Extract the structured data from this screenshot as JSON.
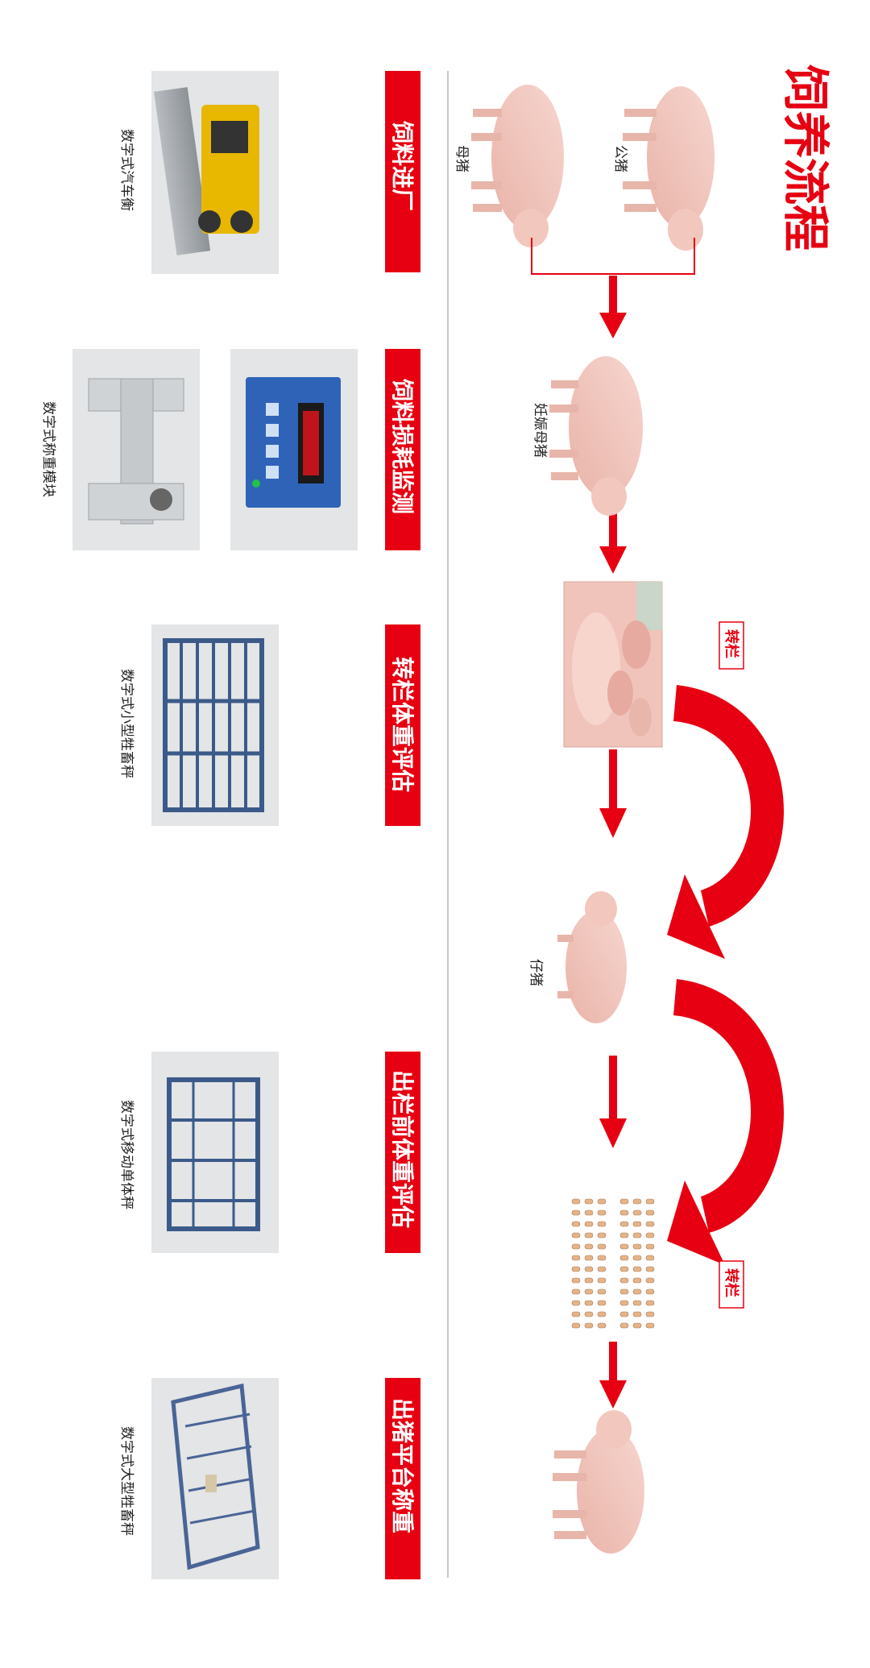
{
  "title": "饲养流程",
  "colors": {
    "red": "#e60012",
    "photo_bg": "#e3e5e6",
    "line": "#c8c8c8"
  },
  "process": [
    {
      "id": "boar",
      "label": "公猪"
    },
    {
      "id": "sow",
      "label": "母猪"
    },
    {
      "id": "pregnant_sow",
      "label": "妊娠母猪"
    },
    {
      "id": "nursing",
      "label": ""
    },
    {
      "id": "piglet",
      "label": "仔猪"
    },
    {
      "id": "herd",
      "label": ""
    },
    {
      "id": "finished_pig",
      "label": ""
    }
  ],
  "transfer_labels": [
    "转栏",
    "转栏"
  ],
  "stages": [
    {
      "id": "feed_in",
      "label": "饲料进厂",
      "products": [
        "数字式汽车衡"
      ]
    },
    {
      "id": "feed_loss",
      "label": "饲料损耗监测",
      "products": [
        "数字式称重模块"
      ]
    },
    {
      "id": "transfer_weight",
      "label": "转栏体重评估",
      "products": [
        "数字式小型牲畜秤"
      ]
    },
    {
      "id": "pre_out_weight",
      "label": "出栏前体重评估",
      "products": [
        "数字式移动单体秤"
      ]
    },
    {
      "id": "out_platform",
      "label": "出猪平台称重",
      "products": [
        "数字式大型牲畜秤"
      ]
    }
  ]
}
